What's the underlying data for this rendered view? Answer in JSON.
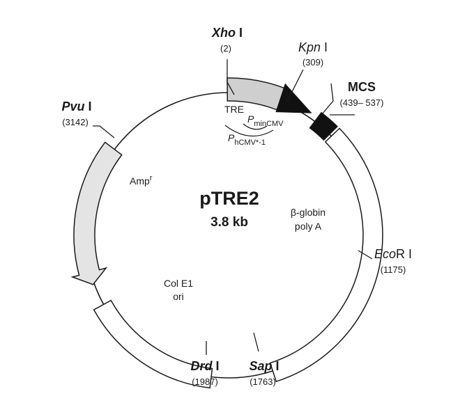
{
  "plasmid": {
    "name": "pTRE2",
    "size": "3.8 kb"
  },
  "sites": {
    "xho": {
      "italic": "Xho",
      "suffix": " I",
      "pos": "(2)"
    },
    "kpn": {
      "italic": "Kpn",
      "suffix": " I",
      "pos": "(309)"
    },
    "mcs": {
      "label": "MCS",
      "pos": "(439– 537)"
    },
    "pvu": {
      "italic": "Pvu",
      "suffix": " I",
      "pos": "(3142)"
    },
    "eco": {
      "italic": "Eco",
      "suffix": "R I",
      "pos": "(1175)"
    },
    "drd": {
      "italic": "Drd",
      "suffix": " I",
      "pos": "(1987)"
    },
    "sap": {
      "italic": "Sap",
      "suffix": " I",
      "pos": "(1763)"
    }
  },
  "features": {
    "tre": "TRE",
    "pmin": {
      "main": "P",
      "sub": "minCMV"
    },
    "phcmv": {
      "main": "P",
      "sub": "hCMV*-1"
    },
    "amp": {
      "main": "Amp",
      "sup": "r"
    },
    "globin": {
      "line1": "β-globin",
      "line2": "poly A"
    },
    "ori": {
      "line1": "Col E1",
      "line2": "ori"
    }
  },
  "colors": {
    "line": "#1a1a1a",
    "tre_fill": "#cfcfcf",
    "amp_fill": "#e4e4e4",
    "box_fill": "#ffffff",
    "mcs_fill": "#111111"
  }
}
